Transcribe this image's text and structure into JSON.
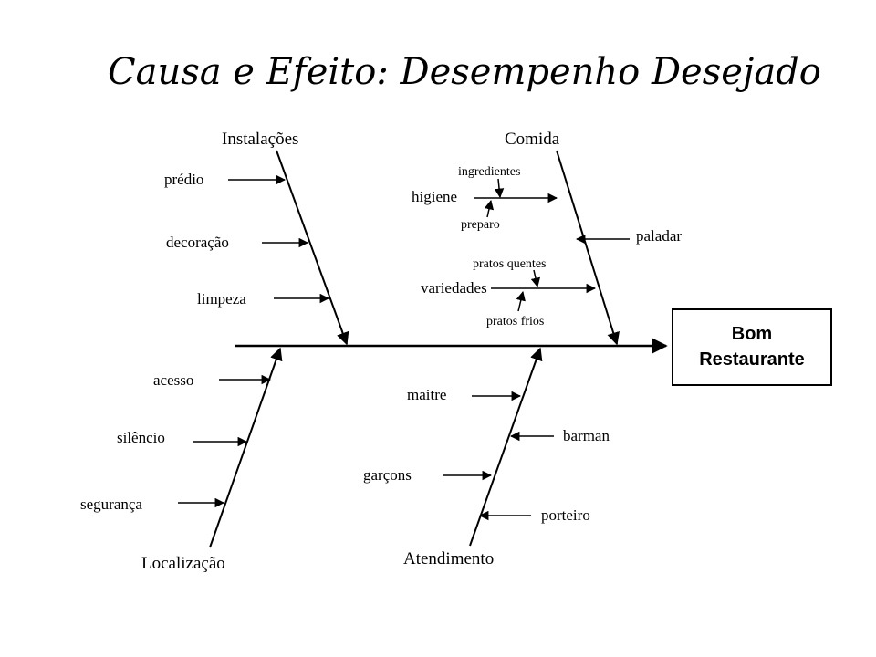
{
  "title": "Causa e Efeito: Desempenho Desejado",
  "effect": {
    "line1": "Bom",
    "line2": "Restaurante"
  },
  "categories": {
    "instalacoes": {
      "label": "Instalações",
      "causes": [
        "prédio",
        "decoração",
        "limpeza"
      ]
    },
    "comida": {
      "label": "Comida",
      "causes": {
        "higiene": {
          "label": "higiene",
          "subs": [
            "ingredientes",
            "preparo"
          ]
        },
        "variedades": {
          "label": "variedades",
          "subs": [
            "pratos quentes",
            "pratos frios"
          ]
        },
        "paladar": "paladar"
      }
    },
    "localizacao": {
      "label": "Localização",
      "causes": [
        "acesso",
        "silêncio",
        "segurança"
      ]
    },
    "atendimento": {
      "label": "Atendimento",
      "causes": [
        "maitre",
        "barman",
        "garçons",
        "porteiro"
      ]
    }
  }
}
